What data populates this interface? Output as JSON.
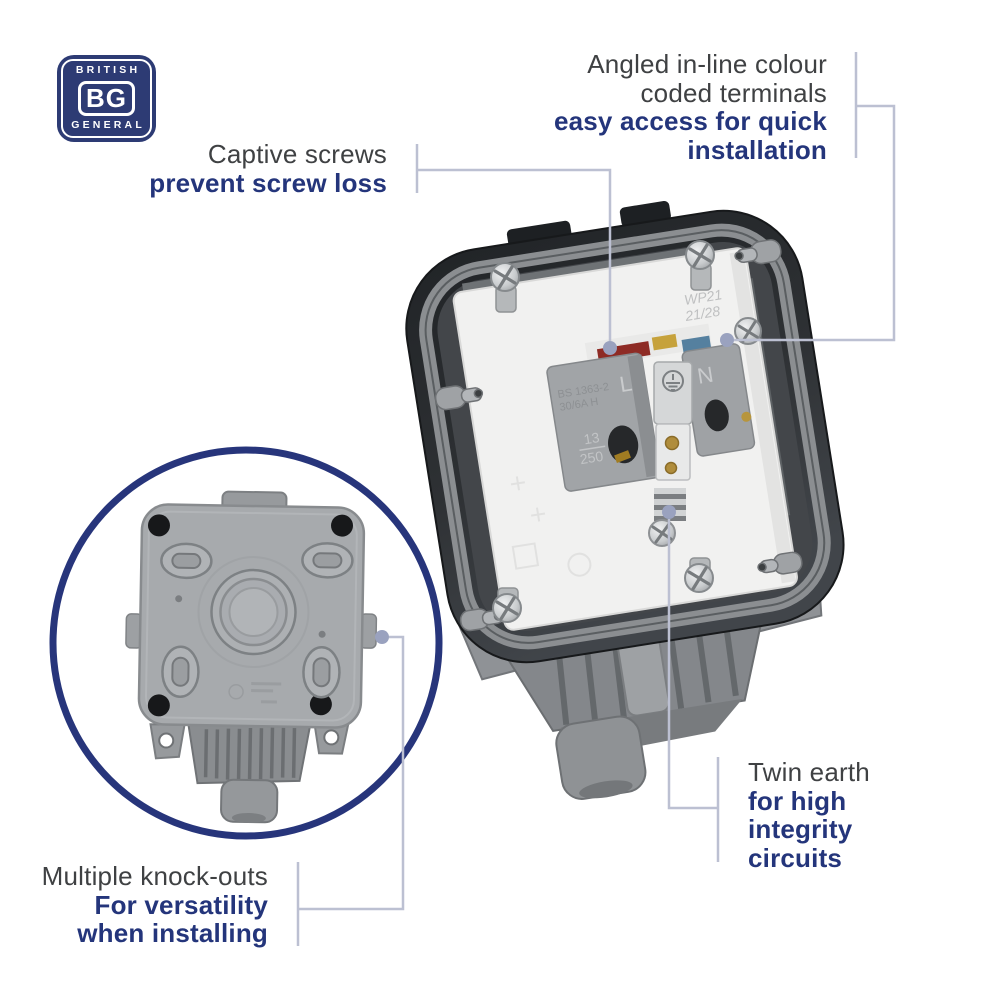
{
  "brand_logo": {
    "top": "BRITISH",
    "initials": "BG",
    "bottom": "GENERAL"
  },
  "callouts": {
    "terminals": {
      "line1": "Angled in-line colour",
      "line2": "coded terminals",
      "bold1": "easy access for quick",
      "bold2": "installation"
    },
    "captive_screws": {
      "line1": "Captive screws",
      "bold1": "prevent screw loss"
    },
    "twin_earth": {
      "line1": "Twin earth",
      "bold1": "for high",
      "bold2": "integrity",
      "bold3": "circuits"
    },
    "knockouts": {
      "line1": "Multiple knock-outs",
      "bold1": "For versatility",
      "bold2": "when installing"
    }
  },
  "product_markings": {
    "stamp_line1": "WP21",
    "stamp_line2": "21/28",
    "standard": "BS 1363-2",
    "standard2": "30/6A H",
    "rating_top": "13",
    "rating_bottom": "250",
    "live": "L",
    "neutral": "N"
  },
  "colors": {
    "brand_navy": "#2d3b74",
    "text_dark": "#3f4143",
    "emphasis_navy": "#24357b",
    "inset_ring_navy": "#27357b",
    "leader_line": "#bcc0d2",
    "leader_dot": "#9aa2bf"
  }
}
